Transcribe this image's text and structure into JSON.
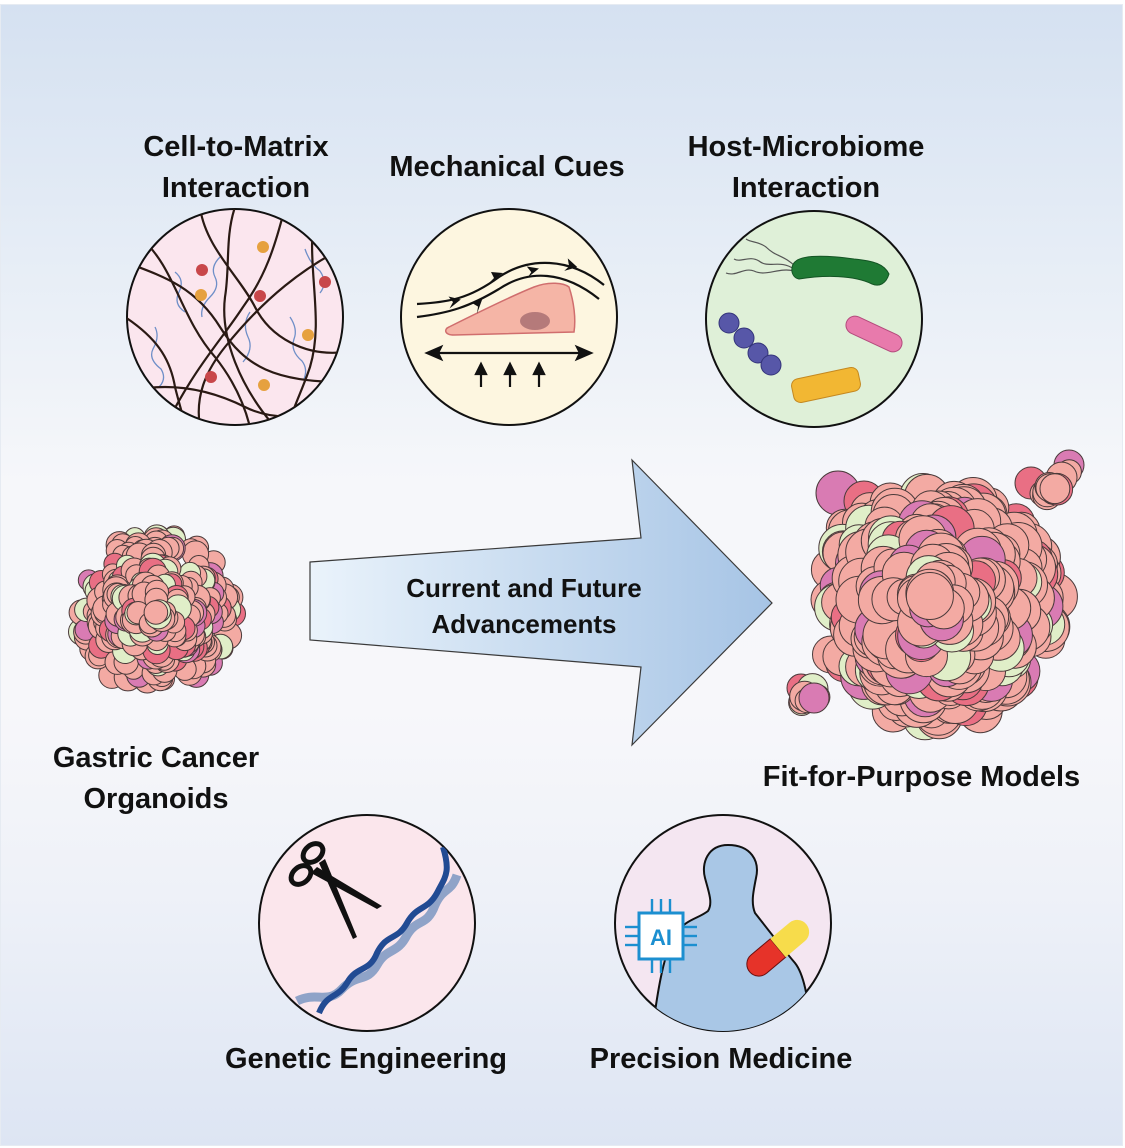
{
  "figure": {
    "type": "graphical-abstract",
    "topic": "Gastric cancer organoids"
  },
  "top_panels": [
    {
      "id": "matrix",
      "label_line1": "Cell-to-Matrix",
      "label_line2": "Interaction",
      "icon": "extracellular-matrix-fibers",
      "circle_color": "#fbe6ee"
    },
    {
      "id": "mechanical",
      "label_line1": "Mechanical Cues",
      "label_line2": "",
      "icon": "cell-under-shear-stress",
      "circle_color": "#fdf6e0"
    },
    {
      "id": "microbiome",
      "label_line1": "Host-Microbiome",
      "label_line2": "Interaction",
      "icon": "bacteria",
      "circle_color": "#dff0d8"
    }
  ],
  "left_organoid": {
    "label_line1": "Gastric Cancer",
    "label_line2": "Organoids",
    "icon": "small-organoid-cluster"
  },
  "center_arrow": {
    "line1": "Current and Future",
    "line2": "Advancements",
    "gradient_start": "#e8f2fa",
    "gradient_end": "#a9c6e6"
  },
  "right_organoid": {
    "label": "Fit-for-Purpose Models",
    "icon": "large-organoid-cluster"
  },
  "bottom_panels": [
    {
      "id": "genetic",
      "label": "Genetic Engineering",
      "icon": "scissors-cutting-dna",
      "circle_color": "#fbe6ec"
    },
    {
      "id": "precision",
      "label": "Precision Medicine",
      "icon": "patient-ai-chip-pill",
      "circle_color": "#f4e6f1",
      "chip_text": "AI"
    }
  ],
  "palette": {
    "cell_pink": "#f3aaa3",
    "cell_red": "#e96f84",
    "cell_magenta": "#d97bb3",
    "cell_green": "#e0eec8",
    "outline": "#4a3a3a"
  }
}
